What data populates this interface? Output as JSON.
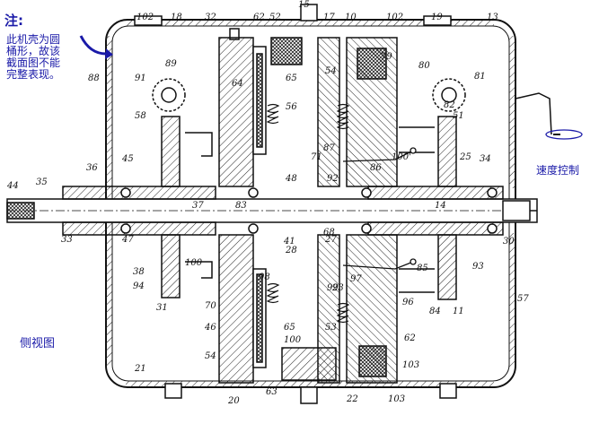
{
  "annotations": {
    "note_title": "注:",
    "note_lines": [
      "此机壳为圆",
      "桶形，故该",
      "截面图不能",
      "完整表现。"
    ],
    "speed_label": "速度控制",
    "view_label": "侧视图"
  },
  "colors": {
    "annotation_blue": "#1a1aa8",
    "drawing_black": "#111111",
    "hatch": "#222222"
  },
  "part_numbers": [
    "102",
    "18",
    "32",
    "62",
    "15",
    "52",
    "17",
    "10",
    "102",
    "19",
    "13",
    "88",
    "89",
    "91",
    "58",
    "64",
    "65",
    "56",
    "54",
    "79",
    "80",
    "81",
    "82",
    "51",
    "71",
    "87",
    "100'",
    "86",
    "25",
    "34",
    "36",
    "45",
    "44",
    "35",
    "48",
    "92",
    "37",
    "83",
    "14",
    "33",
    "47",
    "41",
    "28",
    "68",
    "27",
    "30",
    "38",
    "94",
    "100",
    "99",
    "97",
    "85",
    "93",
    "31",
    "70",
    "98",
    "96",
    "84",
    "11",
    "57",
    "46",
    "65",
    "53",
    "100",
    "23",
    "62",
    "54",
    "103",
    "21",
    "20",
    "63",
    "22",
    "103"
  ]
}
